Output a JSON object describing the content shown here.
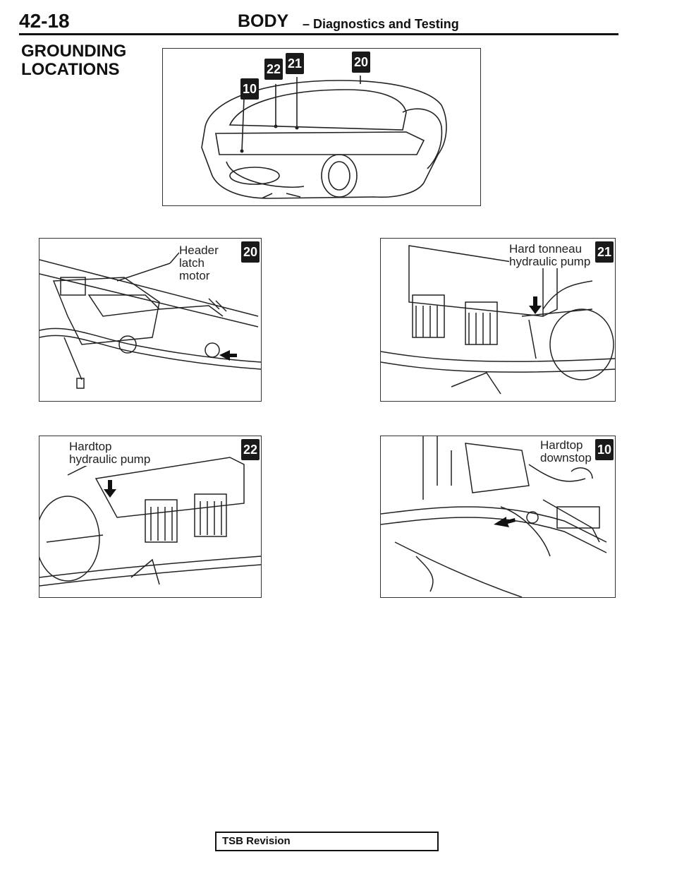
{
  "header": {
    "page_number": "42-18",
    "section": "BODY",
    "subtitle": "– Diagnostics and Testing"
  },
  "section_title": "GROUNDING LOCATIONS",
  "overview": {
    "badges": [
      "22",
      "21",
      "20",
      "10"
    ],
    "icon": "car-rear-icon"
  },
  "panels": [
    {
      "id": "20",
      "callout": "Header latch motor",
      "icon": "latch-motor-wiring-icon"
    },
    {
      "id": "21",
      "callout": "Hard tonneau hydraulic pump",
      "icon": "hydraulic-pump-icon"
    },
    {
      "id": "22",
      "callout": "Hardtop hydraulic pump",
      "icon": "hydraulic-pump-icon"
    },
    {
      "id": "10",
      "callout": "Hardtop downstop",
      "icon": "downstop-icon"
    }
  ],
  "footer": {
    "label": "TSB Revision"
  }
}
